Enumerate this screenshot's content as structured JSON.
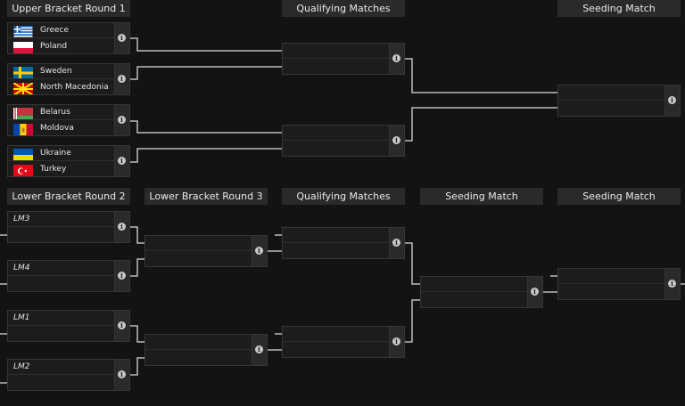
{
  "headers": {
    "ub_round1": "Upper Bracket Round 1",
    "ub_qualifying": "Qualifying Matches",
    "ub_seeding": "Seeding Match",
    "lb_round2": "Lower Bracket Round 2",
    "lb_round3": "Lower Bracket Round 3",
    "lb_qualifying": "Qualifying Matches",
    "lb_seeding1": "Seeding Match",
    "lb_seeding2": "Seeding Match"
  },
  "upper_round1": [
    {
      "team1": "Greece",
      "flag1": "greece-flag-icon",
      "team2": "Poland",
      "flag2": "poland-flag-icon"
    },
    {
      "team1": "Sweden",
      "flag1": "sweden-flag-icon",
      "team2": "North Macedonia",
      "flag2": "north-macedonia-flag-icon"
    },
    {
      "team1": "Belarus",
      "flag1": "belarus-flag-icon",
      "team2": "Moldova",
      "flag2": "moldova-flag-icon"
    },
    {
      "team1": "Ukraine",
      "flag1": "ukraine-flag-icon",
      "team2": "Turkey",
      "flag2": "turkey-flag-icon"
    }
  ],
  "lower_round2": [
    {
      "label": "LM3"
    },
    {
      "label": "LM4"
    },
    {
      "label": "LM1"
    },
    {
      "label": "LM2"
    }
  ],
  "info_icon_glyph": "i",
  "colors": {
    "background": "#131313",
    "match_box": "#1c1c1c",
    "header": "#2a2a2a",
    "connector": "#bdbdbd"
  }
}
